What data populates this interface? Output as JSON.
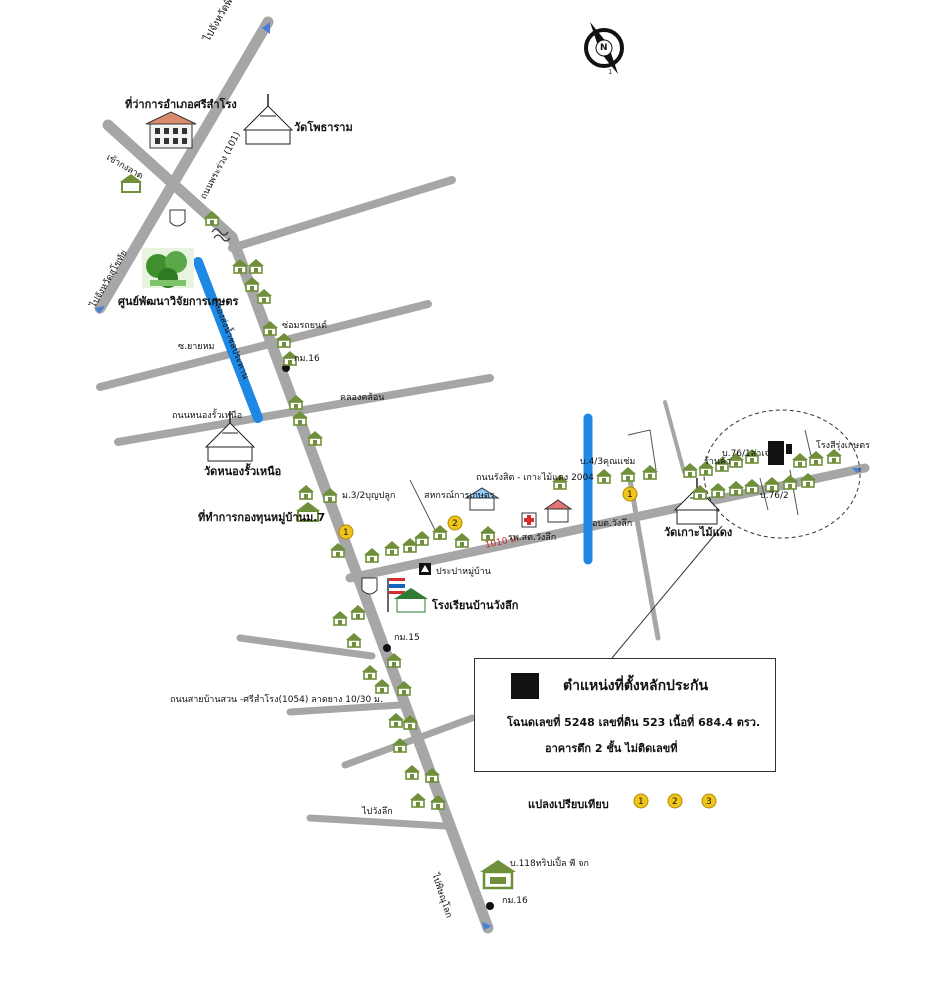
{
  "compass": {
    "north_letter": "N"
  },
  "labels": {
    "to_phitsanulok": "ไปจังหวัดพิษณุโลก",
    "district_office": "ที่ว่าการอำเภอศรีสำโรง",
    "wat_phothi": "วัดโพธาราม",
    "to_kong": "เข้ากงลาด",
    "road_101": "ถนนพระร่วง (101)",
    "to_sukhothai": "ไปจังหวัดสุโขทัย",
    "agri_center": "ศูนย์พัฒนาวิจัยการเกษตร",
    "canal_upper": "คลองส่งน้ำชลประทาน",
    "garage": "ซ่อมรถยนต์",
    "km16_top": "กม.16",
    "soi_right": "ซ.ยายหม",
    "nong_road": "ถนนหนองรั้วเหนือ",
    "canal_road": "คลองคล้อน",
    "wat_nong": "วัดหนองรั้วเหนือ",
    "moo3": "ม.3/2บุญปลูก",
    "village_office": "ที่ทำการกองทุนหมู่บ้านม.7",
    "coop": "สหกรณ์การเกษตร",
    "rang_road": "ถนนรังสิต - เกาะไม้แดง 2004",
    "moo4": "บ.4/3คุณแช่ม",
    "dist_marker": "1010 ม.",
    "hospital": "รพ.สต.วังลึก",
    "subdistrict": "อบต.วังลึก",
    "village_head": "ประปาหมู่บ้าน",
    "school": "โรงเรียนบ้านวังลึก",
    "km15": "กม.15",
    "shop": "ร้านค้า",
    "house76": "บ.76/1ส่าเจ๋ง",
    "rice_mill": "โรงสีรุ่งเกษตร",
    "house762": "บ.76/2",
    "wat_kao": "วัดเกาะไม้แดง",
    "road_1054": "ถนนสายบ้านสวน -ศรีสำโรง(1054) ลาดยาง 10/30 ม.",
    "to_wang": "ไปวังลึก",
    "house118": "บ.118ทริปเปิ้ล พี จก",
    "km16_bottom": "กม.16",
    "to_phitsanulok_bottom": "ไปพิษณุโลก"
  },
  "legend": {
    "title": "ตำแหน่งที่ตั้งหลักประกัน",
    "line1": "โฉนดเลขที่ 5248 เลขที่ดิน 523 เนื้อที่ 684.4 ตรว.",
    "line2": "อาคารตึก 2 ชั้น ไม่ติดเลขที่"
  },
  "comparison": {
    "label": "แปลงเปรียบเทียบ",
    "markers": [
      "1",
      "2",
      "3"
    ],
    "map_markers": [
      "1",
      "2",
      "1"
    ]
  },
  "colors": {
    "road": "#a6a6a6",
    "canal": "#1e88e5",
    "marker": "#f0c419",
    "house": "#6f8f3a",
    "land": "#111111",
    "flag_red": "#d32f2f",
    "flag_blue": "#1565c0"
  }
}
